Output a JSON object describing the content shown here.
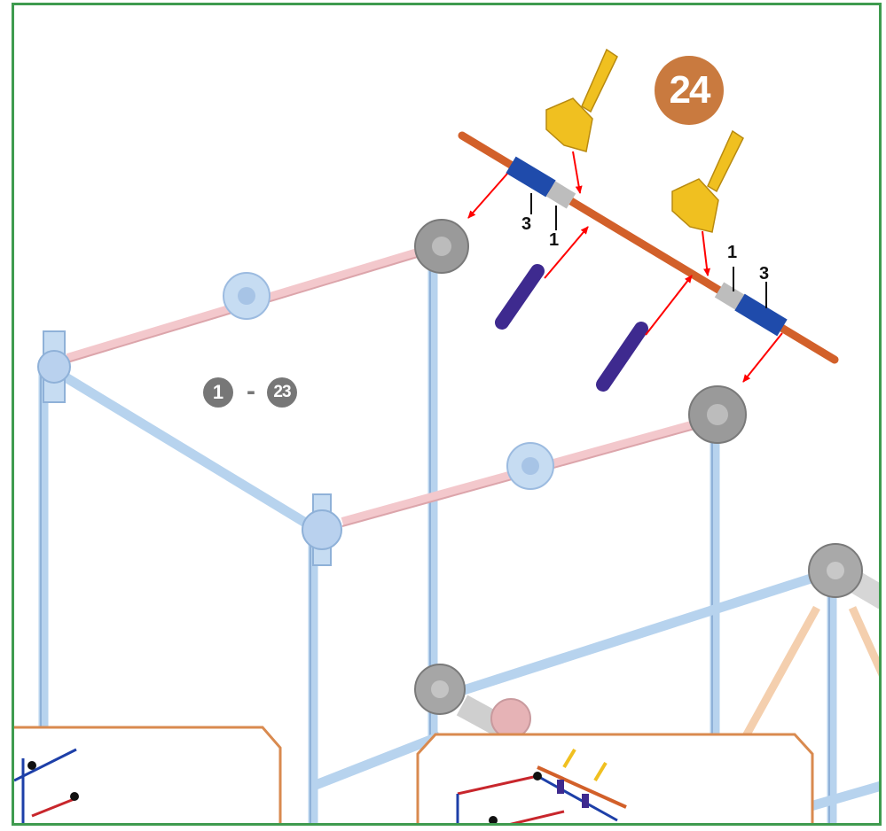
{
  "step": {
    "number": "24"
  },
  "reference_steps": {
    "from": "1",
    "separator": "-",
    "to": "23"
  },
  "part_counts": {
    "left": {
      "blue": "3",
      "grey": "1"
    },
    "right": {
      "grey": "1",
      "blue": "3"
    }
  },
  "colors": {
    "frame_border": "#3f9b4f",
    "step_badge": "#c97a3f",
    "reference_badge": "#777777",
    "orange_rod": "#d2602a",
    "blue_spacer": "#1f4bab",
    "grey_spacer": "#bdbdbd",
    "yellow_clip": "#f0c020",
    "purple_connector": "#3e2a8f",
    "grey_connector": "#9a9a9a",
    "light_blue_rod": "#b7d3ee",
    "pink_rod": "#f3c8cc",
    "peach_rod": "#f4cfae",
    "arrow": "#ff0000",
    "inset_border": "#d98a4f"
  }
}
